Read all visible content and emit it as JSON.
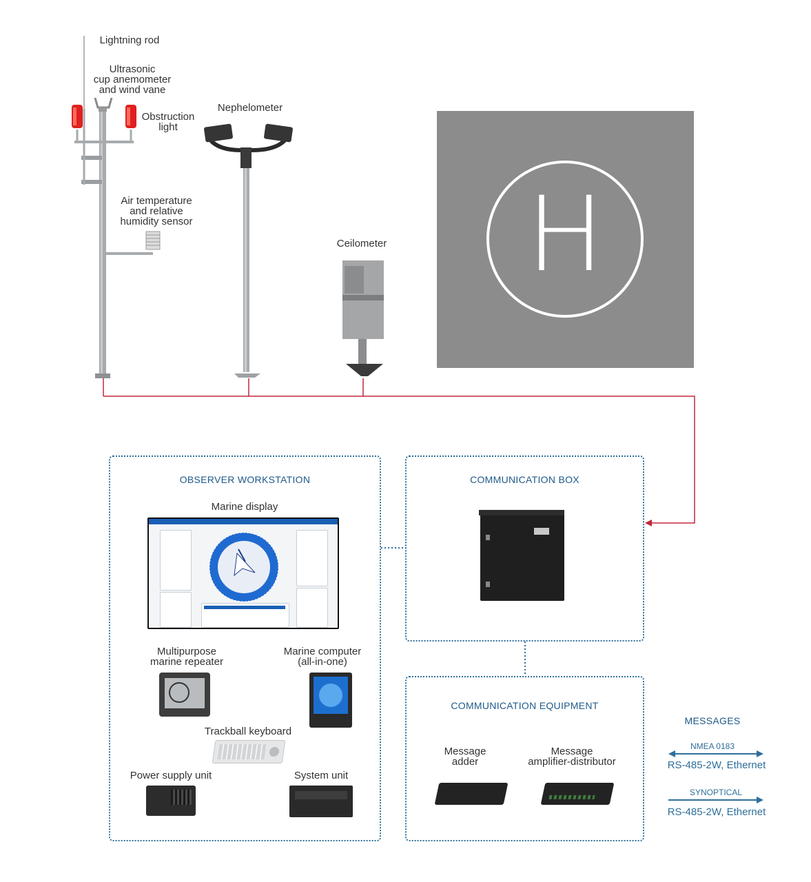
{
  "sensors": {
    "lightning_rod": "Lightning rod",
    "anemometer": [
      "Ultrasonic",
      "cup anemometer",
      "and wind vane"
    ],
    "obstruction_light": [
      "Obstruction",
      "light"
    ],
    "temp_humidity": [
      "Air temperature",
      "and relative",
      "humidity sensor"
    ],
    "nephelometer": "Nephelometer",
    "ceilometer": "Ceilometer"
  },
  "helipad": {
    "letter": "H"
  },
  "observer": {
    "title": "OBSERVER WORKSTATION",
    "marine_display": "Marine display",
    "repeater": [
      "Multipurpose",
      "marine repeater"
    ],
    "computer": [
      "Marine computer",
      "(all-in-one)"
    ],
    "keyboard": "Trackball keyboard",
    "psu": "Power supply unit",
    "system_unit": "System unit"
  },
  "comm_box": {
    "title": "COMMUNICATION BOX"
  },
  "comm_equipment": {
    "title": "COMMUNICATION EQUIPMENT",
    "adder": [
      "Message",
      "adder"
    ],
    "amplifier": [
      "Message",
      "amplifier-distributor"
    ]
  },
  "messages": {
    "title": "MESSAGES",
    "nmea_tag": "NMEA 0183",
    "nmea_iface": "RS-485-2W, Ethernet",
    "syn_tag": "SYNOPTICAL",
    "syn_iface": "RS-485-2W, Ethernet"
  },
  "colors": {
    "link_red": "#c0283c",
    "accent_blue": "#2f6f9a",
    "helipad_gray": "#8c8c8c"
  }
}
